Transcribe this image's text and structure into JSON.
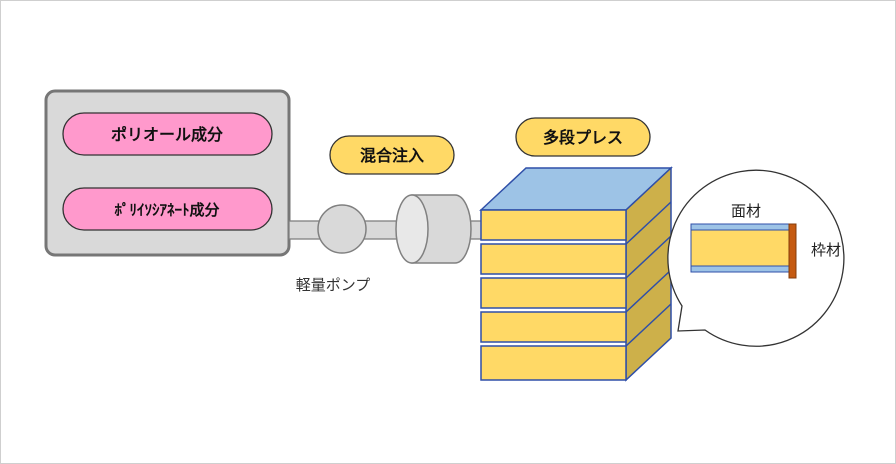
{
  "components": {
    "polyol": "ポリオール成分",
    "isocyanate": "ﾎﾟﾘｲｿｼｱﾈｰﾄ成分"
  },
  "labels": {
    "mixing": "混合注入",
    "press": "多段プレス",
    "pump": "軽量ポンプ"
  },
  "callout": {
    "face_material": "面材",
    "frame_material": "枠材"
  },
  "colors": {
    "tank_fill": "#d9d9d9",
    "pill_pink": "#ff99cc",
    "pill_yellow": "#ffd966",
    "panel_yellow": "#ffd966",
    "panel_side": "#cdb04a",
    "panel_top": "#9dc3e6",
    "panel_border": "#2f4fa8",
    "frame_brown": "#c55a11"
  }
}
